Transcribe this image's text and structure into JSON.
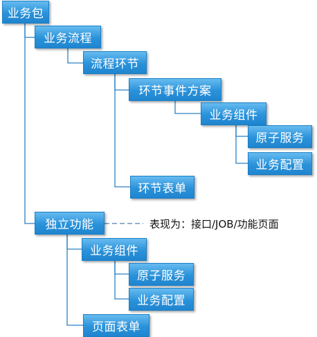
{
  "nodes": {
    "root": "业务包",
    "process": "业务流程",
    "step": "流程环节",
    "step_event": "环节事件方案",
    "biz_component_a": "业务组件",
    "atomic_service_a": "原子服务",
    "biz_config_a": "业务配置",
    "step_form": "环节表单",
    "standalone": "独立功能",
    "biz_component_b": "业务组件",
    "atomic_service_b": "原子服务",
    "biz_config_b": "业务配置",
    "page_form": "页面表单"
  },
  "annotation": "表现为：接口/JOB/功能页面",
  "colors": {
    "node_fill": "#2a92da",
    "connector": "#2a7fc4",
    "dashed": "#4f7db0"
  }
}
